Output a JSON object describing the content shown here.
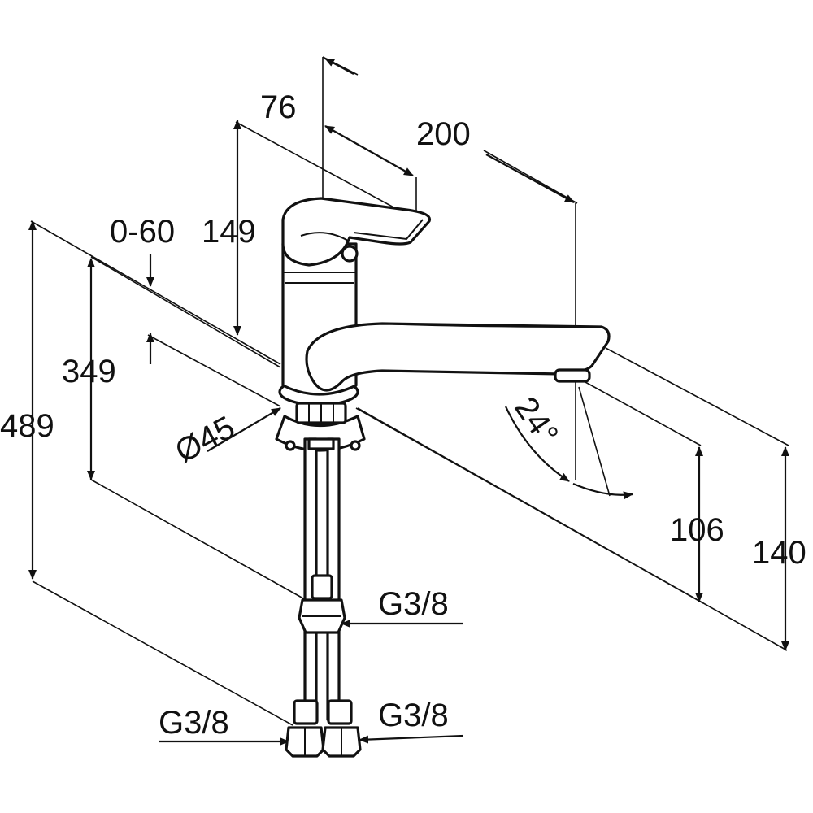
{
  "dimensions": {
    "width_76": "76",
    "reach_200": "200",
    "height_149": "149",
    "range_0_60": "0-60",
    "depth_349": "349",
    "total_489": "489",
    "diameter_45": "Ø45",
    "angle_24": "24°",
    "spout_106": "106",
    "spout_140": "140",
    "thread_upper": "G3/8",
    "thread_left": "G3/8",
    "thread_right": "G3/8"
  },
  "colors": {
    "line": "#111111",
    "background": "#ffffff"
  }
}
